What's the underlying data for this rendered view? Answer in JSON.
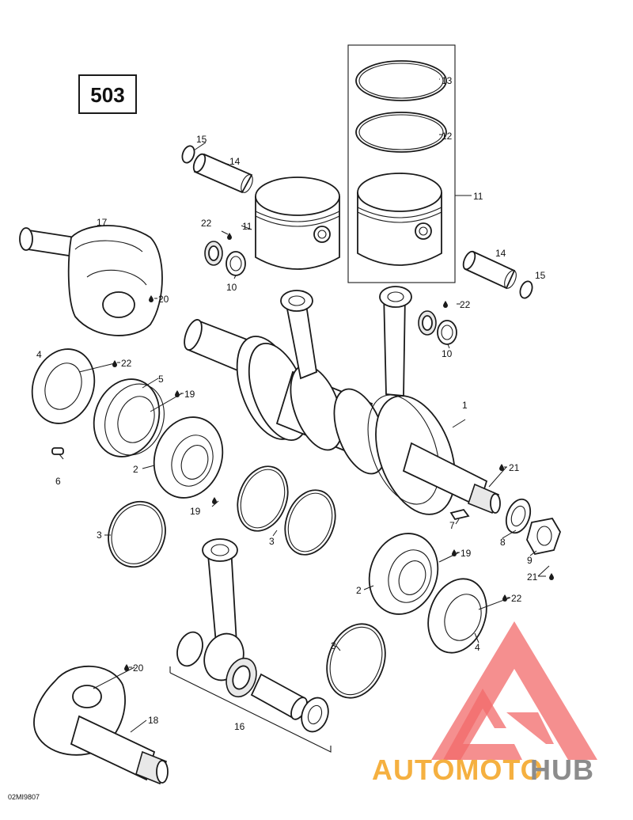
{
  "badge": "503",
  "drawing_code": "02MI9807",
  "watermark": {
    "part1": "AUTOMOTO",
    "part2": "HUB"
  },
  "callouts": {
    "c1": "1",
    "c2a": "2",
    "c2b": "2",
    "c3a": "3",
    "c3b": "3",
    "c3c": "3",
    "c4a": "4",
    "c4b": "4",
    "c5": "5",
    "c6": "6",
    "c7": "7",
    "c8": "8",
    "c9": "9",
    "c10a": "10",
    "c10b": "10",
    "c11a": "11",
    "c11b": "11",
    "c12": "12",
    "c13": "13",
    "c14a": "14",
    "c14b": "14",
    "c15a": "15",
    "c15b": "15",
    "c16": "16",
    "c17": "17",
    "c18": "18",
    "c19a": "19",
    "c19b": "19",
    "c19c": "19",
    "c20a": "20",
    "c20b": "20",
    "c21a": "21",
    "c21b": "21",
    "c22a": "22",
    "c22b": "22",
    "c22c": "22",
    "c22d": "22"
  }
}
